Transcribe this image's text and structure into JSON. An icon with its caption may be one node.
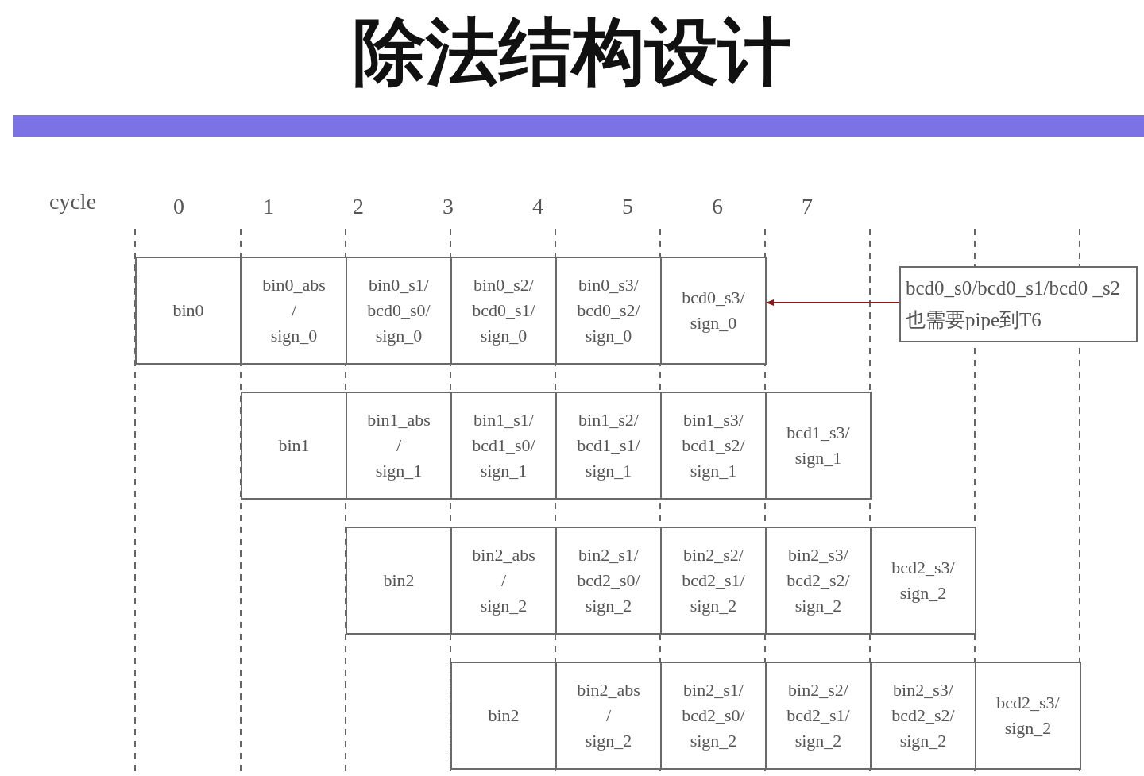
{
  "diagram": {
    "title": "除法结构设计",
    "nodes": [
      {
        "text": [
          "bin0"
        ]
      },
      {
        "text": [
          "bin0_abs / sign_0"
        ]
      },
      {
        "text": [
          "bin0_s1/ bcd0_s0/ sign_0"
        ]
      },
      {
        "text": [
          "bin0_s2/ bcd0_s1/ sign_0"
        ]
      },
      {
        "text": [
          "bin0_s3/ bcd0_s2/ sign_0"
        ]
      },
      {
        "text": [
          "bcd0_s3/ sign_0"
        ]
      },
      {
        "text": [
          "bin1"
        ]
      },
      {
        "text": [
          "bin1_abs / sign_1"
        ]
      },
      {
        "text": [
          "bin1_s1/ bcd1_s0/ sign_1"
        ]
      },
      {
        "text": [
          "bin1_s2/ bcd1_s1/ sign_1"
        ]
      },
      {
        "text": [
          "bin1_s3/ bcd1_s2/ sign_1"
        ]
      },
      {
        "text": [
          "bcd1_s3/ sign_1"
        ]
      },
      {
        "text": [
          "bin2"
        ]
      },
      {
        "text": [
          "bin2_abs / sign_2"
        ]
      },
      {
        "text": [
          "bin2_s1/ bcd2_s0/ sign_2"
        ]
      },
      {
        "text": [
          "bin2_s2/ bcd2_s1/ sign_2"
        ]
      },
      {
        "text": [
          "bin2_s3/ bcd2_s2/ sign_2"
        ]
      },
      {
        "text": [
          "bcd2_s3/ sign_2"
        ]
      },
      {
        "text": [
          "bin2"
        ]
      },
      {
        "text": [
          "bin2_abs / sign_2"
        ]
      },
      {
        "text": [
          "bin2_s1/ bcd2_s0/ sign_2"
        ]
      },
      {
        "text": [
          "bin2_s2/ bcd2_s1/ sign_2"
        ]
      },
      {
        "text": [
          "bin2_s3/ bcd2_s2/ sign_2"
        ]
      },
      {
        "text": [
          "bcd2_s3/ sign_2"
        ]
      },
      {
        "text": [
          "bcd0_s0/bcd0_s1/bcd0 _s2也需要pipe到T6"
        ]
      }
    ],
    "edges": [
      {
        "from": 24,
        "to": 5,
        "arrow": "to",
        "color": "#8b1a1a"
      }
    ],
    "labels": [
      "cycle",
      "0",
      "1",
      "2",
      "3",
      "4",
      "5",
      "6",
      "7"
    ]
  }
}
